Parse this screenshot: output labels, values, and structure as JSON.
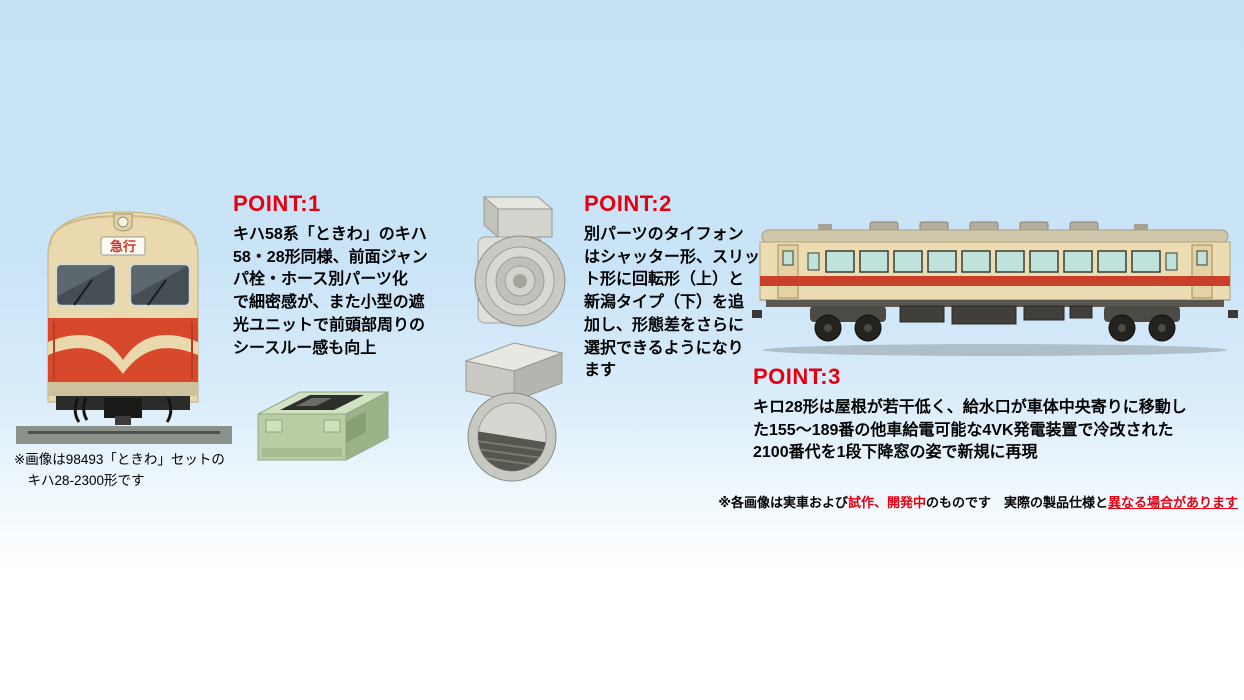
{
  "colors": {
    "accent_red": "#e60012",
    "body_cream": "#ead9ae",
    "stripe_vermillion": "#c8402a",
    "background_blue": "#c7e2f5",
    "part_green": "#b8cda4"
  },
  "left_photo": {
    "headsign": "急行",
    "caption": "※画像は98493「ときわ」セットの\n　キハ28-2300形です"
  },
  "point1": {
    "heading": "POINT:1",
    "body": "キハ58系「ときわ」のキハ\n58・28形同様、前面ジャン\nパ栓・ホース別パーツ化\nで細密感が、また小型の遮\n光ユニットで前頭部周りの\nシースルー感も向上"
  },
  "point2": {
    "heading": "POINT:2",
    "body": "別パーツのタイフォン\nはシャッター形、スリッ\nト形に回転形（上）と\n新潟タイプ（下）を追\n加し、形態差をさらに\n選択できるようになり\nます"
  },
  "point3": {
    "heading": "POINT:3",
    "body": "キロ28形は屋根が若干低く、給水口が車体中央寄りに移動し\nた155～189番の他車給電可能な4VK発電装置で冷改された\n2100番代を1段下降窓の姿で新規に再現"
  },
  "disclaimer": {
    "part1": "※各画像は実車および",
    "part2": "試作、開発中",
    "part3": "のものです　実際の製品仕様と",
    "part4": "異なる場合があります"
  }
}
